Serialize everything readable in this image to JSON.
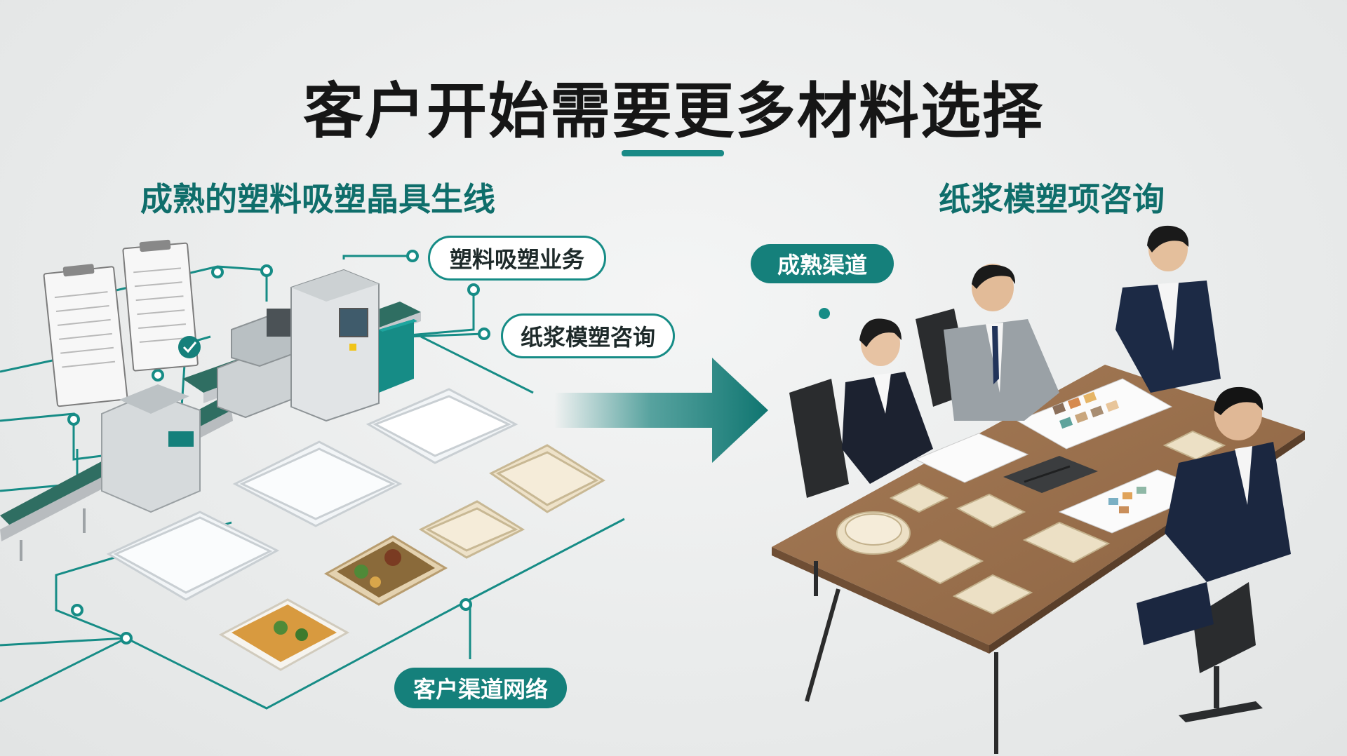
{
  "title": "客户开始需要更多材料选择",
  "left": {
    "heading": "成熟的塑料吸塑晶具生线",
    "tags": {
      "plastic": "塑料吸塑业务",
      "pulp": "纸浆模塑咨询",
      "network": "客户渠道网络"
    }
  },
  "right": {
    "heading": "纸浆模塑项咨询",
    "tag": "成熟渠道"
  },
  "colors": {
    "accent": "#15807b",
    "title": "#161616",
    "heading": "#0f6e6b"
  }
}
